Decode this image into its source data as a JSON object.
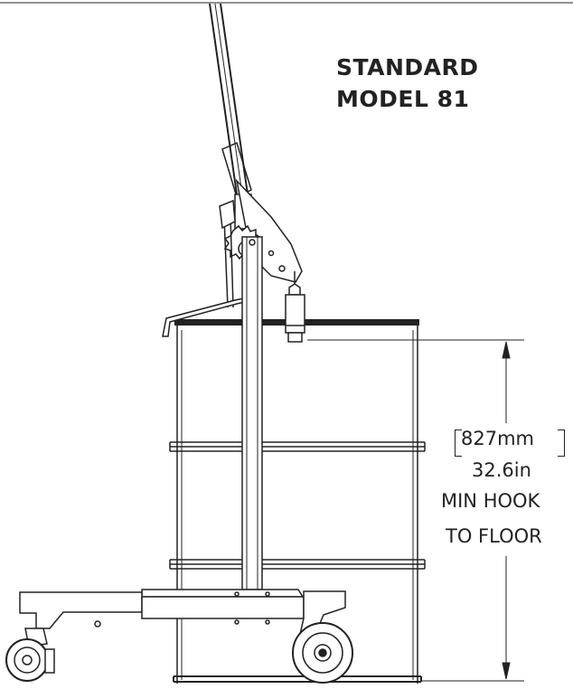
{
  "title": {
    "line1": "STANDARD",
    "line2": "MODEL 81"
  },
  "dimension": {
    "metric": "827mm",
    "imperial": "32.6in",
    "note_line1": "MIN HOOK",
    "note_line2": "TO FLOOR"
  },
  "colors": {
    "line": "#222222",
    "background": "#ffffff"
  }
}
